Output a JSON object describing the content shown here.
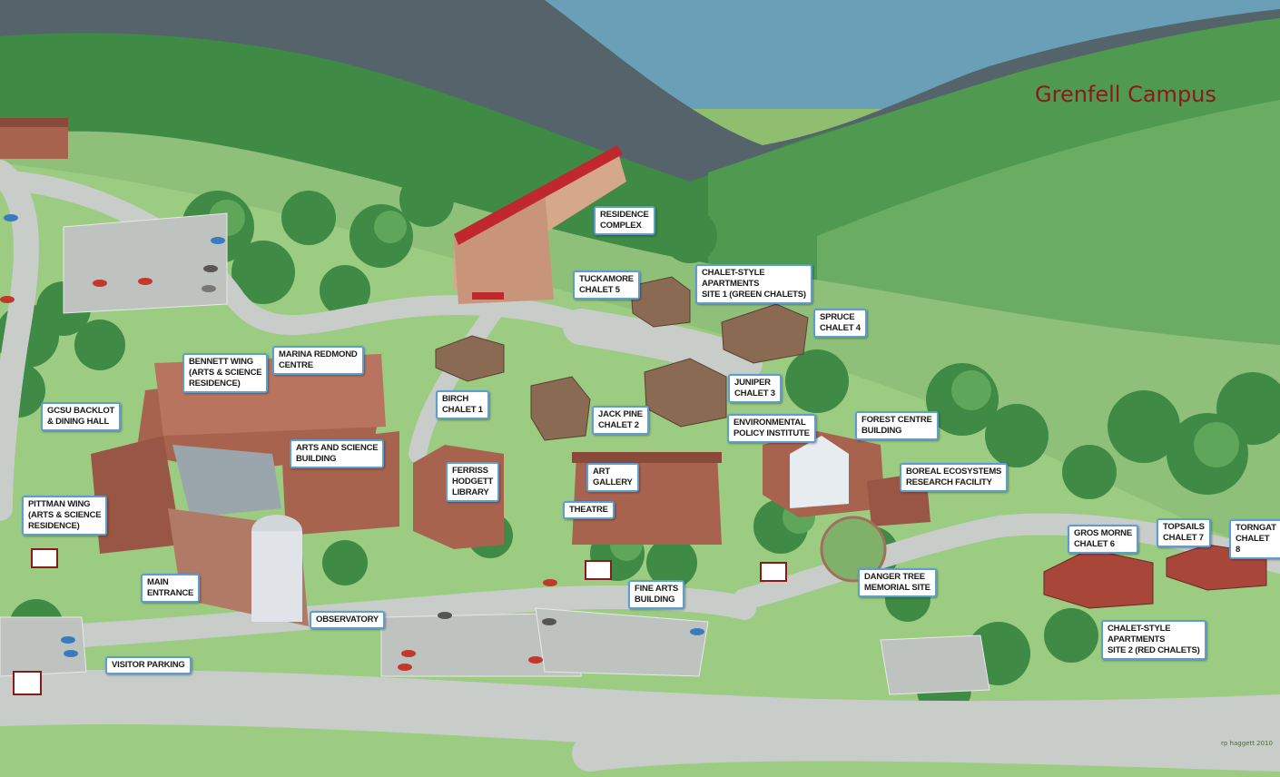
{
  "title": "Grenfell Campus",
  "labels": {
    "residence_complex": "RESIDENCE\nCOMPLEX",
    "tuckamore": "TUCKAMORE\nCHALET 5",
    "chalet_site1": "CHALET-STYLE\nAPARTMENTS\nSITE 1 (GREEN CHALETS)",
    "spruce": "SPRUCE\nCHALET 4",
    "marina_redmond": "MARINA REDMOND\nCENTRE",
    "bennett_wing": "BENNETT WING\n(ARTS & SCIENCE\nRESIDENCE)",
    "birch": "BIRCH\nCHALET 1",
    "juniper": "JUNIPER\nCHALET 3",
    "jack_pine": "JACK PINE\nCHALET 2",
    "gcsu_backlot": "GCSU BACKLOT\n& DINING HALL",
    "env_policy": "ENVIRONMENTAL\nPOLICY INSTITUTE",
    "forest_centre": "FOREST CENTRE\nBUILDING",
    "arts_science": "ARTS AND SCIENCE\nBUILDING",
    "ferriss_hodgett": "FERRISS\nHODGETT\nLIBRARY",
    "art_gallery": "ART\nGALLERY",
    "boreal": "BOREAL ECOSYSTEMS\nRESEARCH FACILITY",
    "pittman_wing": "PITTMAN WING\n(ARTS & SCIENCE\nRESIDENCE)",
    "theatre": "THEATRE",
    "gros_morne": "GROS MORNE\nCHALET 6",
    "topsails": "TOPSAILS\nCHALET 7",
    "torngat": "TORNGAT\nCHALET 8",
    "main_entrance": "MAIN\nENTRANCE",
    "danger_tree": "DANGER TREE\nMEMORIAL SITE",
    "fine_arts": "FINE ARTS\nBUILDING",
    "observatory": "OBSERVATORY",
    "visitor_parking": "VISITOR PARKING",
    "chalet_site2": "CHALET-STYLE\nAPARTMENTS\nSITE 2 (RED CHALETS)"
  },
  "credit": "rp haggett 2010",
  "colors": {
    "water": "#6a9fb8",
    "far_hill": "#55636a",
    "hill_dark": "#3f8a45",
    "hill_mid": "#5ea65a",
    "hill_light": "#8fc07a",
    "grass": "#9ccb82",
    "road": "#c9cdc9",
    "building_brick": "#a8634f",
    "building_roof": "#8a4a3a",
    "label_border": "#5a9fd4",
    "title_color": "#8a1a1a"
  }
}
